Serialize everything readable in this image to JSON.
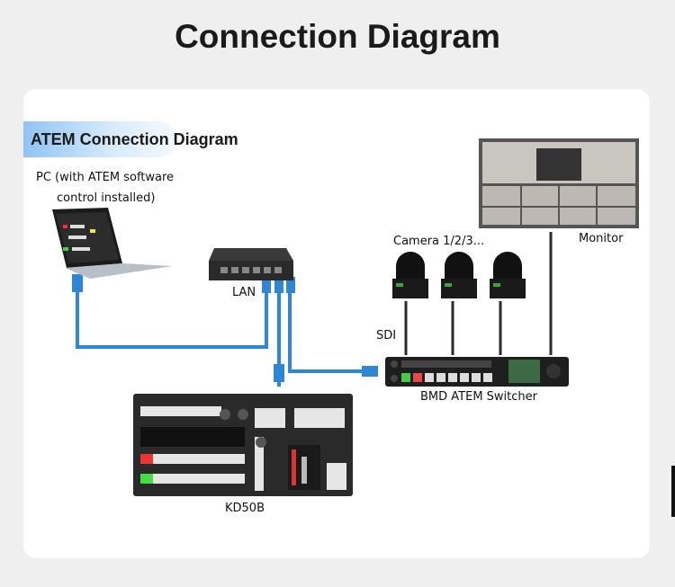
{
  "title": "Connection Diagram",
  "section_title": "ATEM Connection Diagram",
  "labels": {
    "pc_line1": "PC (with ATEM software",
    "pc_line2": "control installed)",
    "lan": "LAN",
    "camera": "Camera 1/2/3...",
    "monitor": "Monitor",
    "sdi": "SDI",
    "switcher": "BMD ATEM Switcher",
    "controller": "KD50B"
  },
  "colors": {
    "cable_lan": "#2f86d6",
    "cable_sdi": "#2b2b2b",
    "accent": "#8fc3f3"
  }
}
